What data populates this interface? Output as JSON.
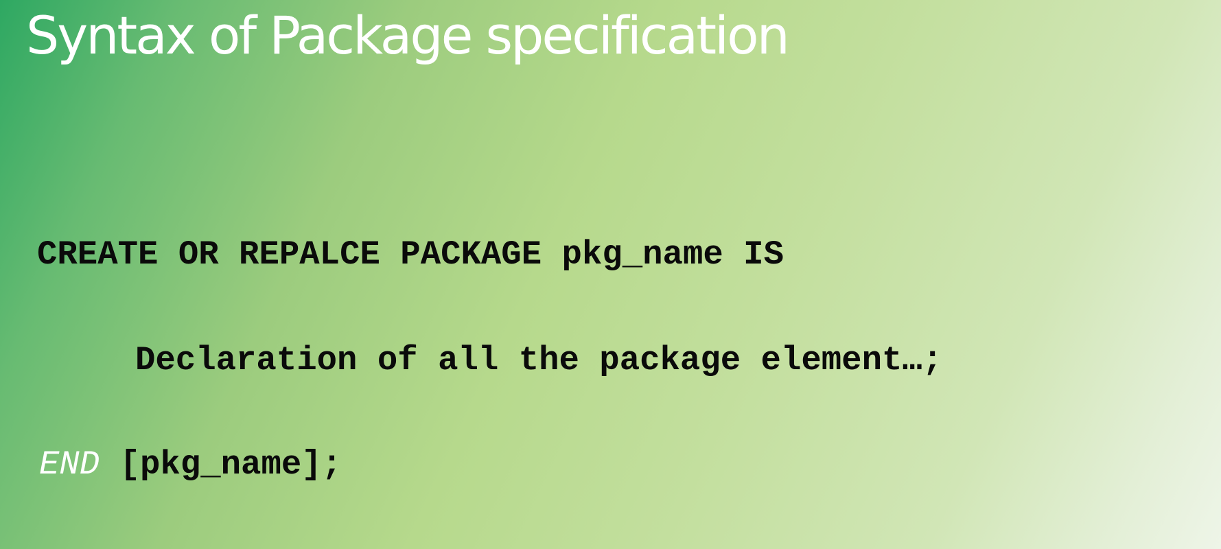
{
  "slide": {
    "title": "Syntax of Package specification",
    "code": {
      "line1": "CREATE OR REPALCE PACKAGE pkg_name IS",
      "line2": "Declaration of all the package element…;",
      "line3_keyword": "END",
      "line3_rest": " [pkg_name];"
    }
  },
  "colors": {
    "title": "#ffffff",
    "code_text": "#0a0a0a",
    "end_keyword": "#ffffff",
    "background_start": "#2ea862",
    "background_end": "#eef5e8"
  }
}
